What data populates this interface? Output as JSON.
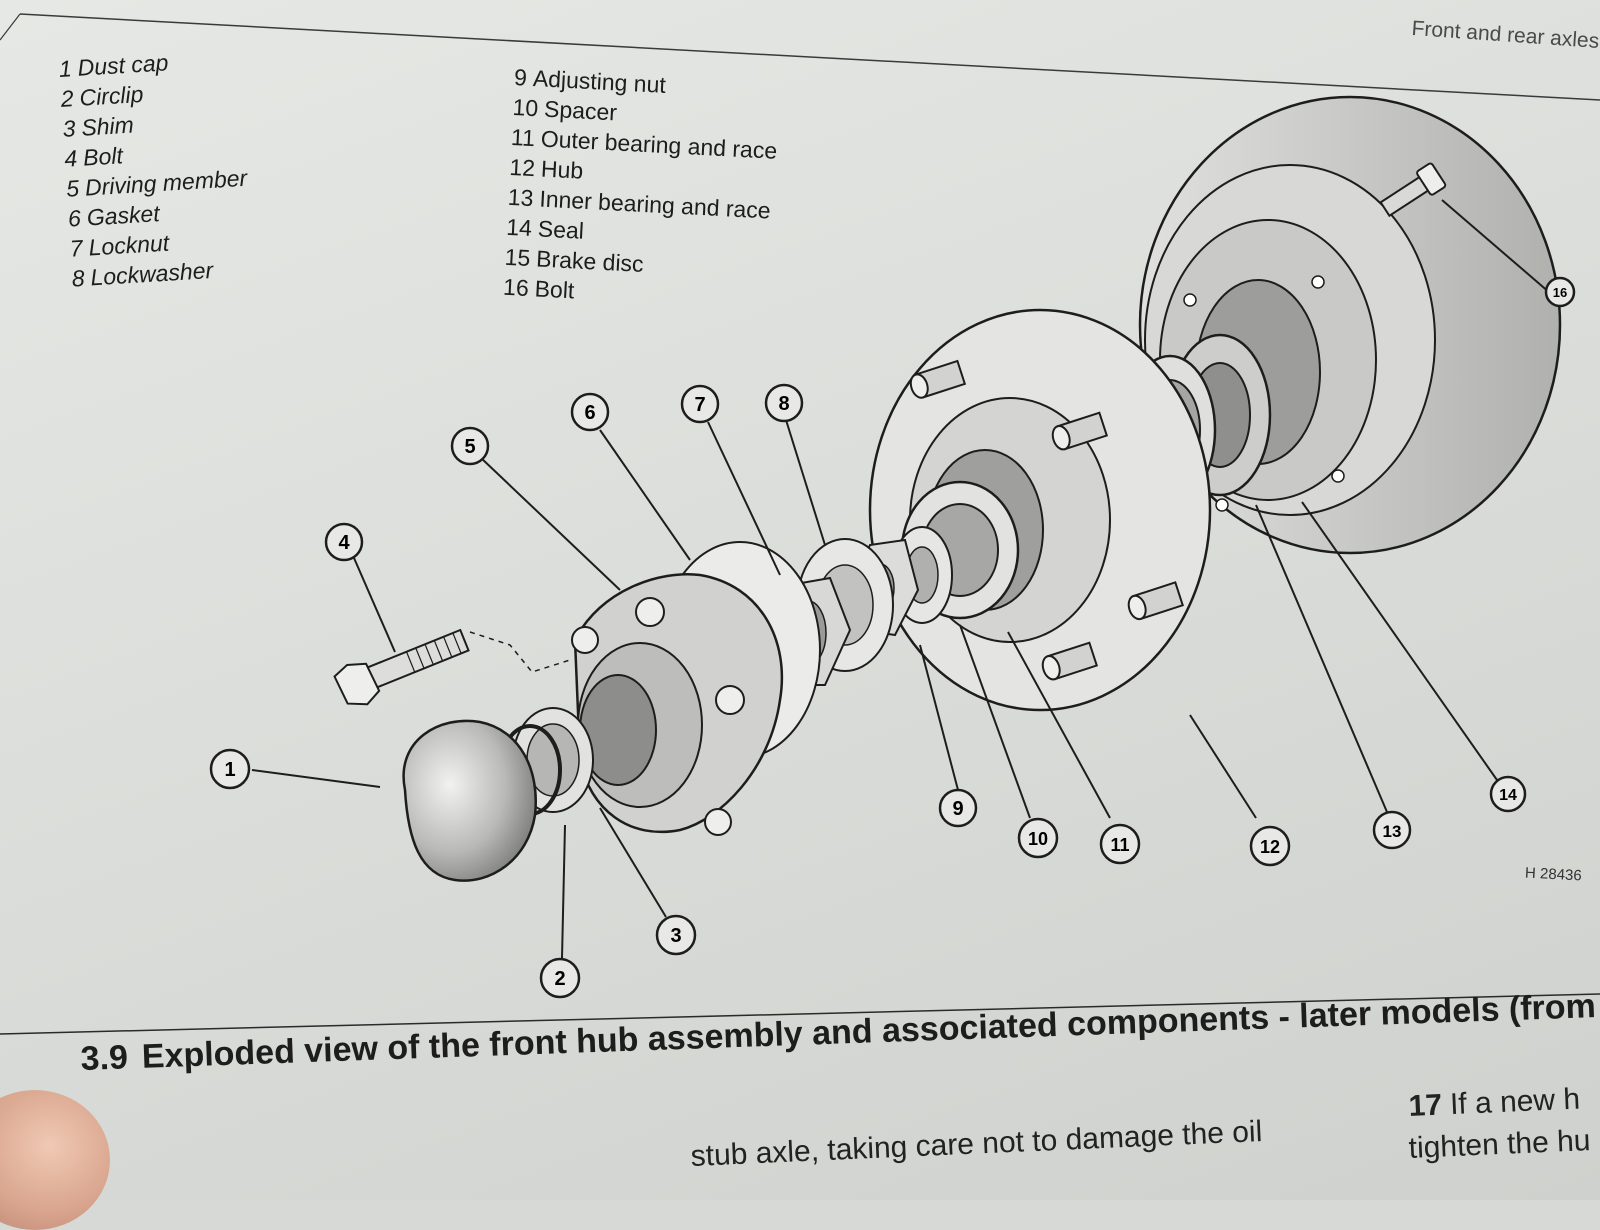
{
  "header": {
    "running_head": "Front and rear axles"
  },
  "key": {
    "left": [
      {
        "num": "1",
        "label": "Dust cap"
      },
      {
        "num": "2",
        "label": "Circlip"
      },
      {
        "num": "3",
        "label": "Shim"
      },
      {
        "num": "4",
        "label": "Bolt"
      },
      {
        "num": "5",
        "label": "Driving member"
      },
      {
        "num": "6",
        "label": "Gasket"
      },
      {
        "num": "7",
        "label": "Locknut"
      },
      {
        "num": "8",
        "label": "Lockwasher"
      }
    ],
    "right": [
      {
        "num": "9",
        "label": "Adjusting nut"
      },
      {
        "num": "10",
        "label": "Spacer"
      },
      {
        "num": "11",
        "label": "Outer bearing and race"
      },
      {
        "num": "12",
        "label": "Hub"
      },
      {
        "num": "13",
        "label": "Inner bearing and race"
      },
      {
        "num": "14",
        "label": "Seal"
      },
      {
        "num": "15",
        "label": "Brake disc"
      },
      {
        "num": "16",
        "label": "Bolt"
      }
    ]
  },
  "callouts": [
    "1",
    "2",
    "3",
    "4",
    "5",
    "6",
    "7",
    "8",
    "9",
    "10",
    "11",
    "12",
    "13",
    "14",
    "16"
  ],
  "drawing_code": "H 28436",
  "caption": {
    "number": "3.9",
    "text": "Exploded view of the front hub assembly and associated components - later models (from"
  },
  "body": {
    "left_line": "stub axle, taking care not to damage the oil",
    "right_para_num": "17",
    "right_line_1": "If a new h",
    "right_line_2": "tighten the hu"
  }
}
